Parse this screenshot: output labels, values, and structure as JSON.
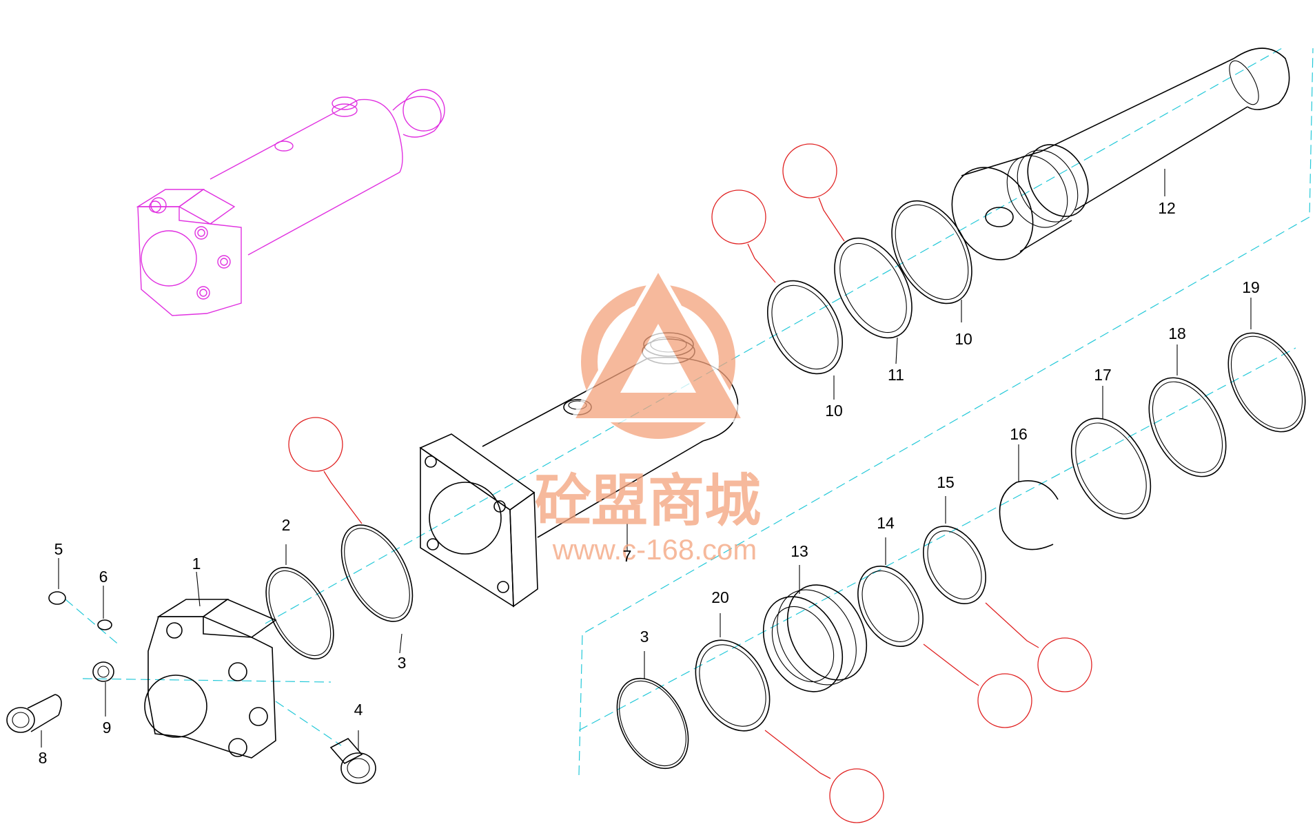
{
  "watermark": {
    "brand": "砼盟商城",
    "url": "www.c-168.com",
    "color": "#f3a27c"
  },
  "colors": {
    "outline": "#000000",
    "assembly_preview": "#e030e0",
    "centerline": "#22c8d8",
    "detail_callout": "#e02020"
  },
  "part_labels": [
    "1",
    "2",
    "3",
    "4",
    "5",
    "6",
    "7",
    "8",
    "9",
    "10",
    "10",
    "11",
    "12",
    "13",
    "14",
    "15",
    "16",
    "17",
    "18",
    "19",
    "20",
    "3"
  ]
}
